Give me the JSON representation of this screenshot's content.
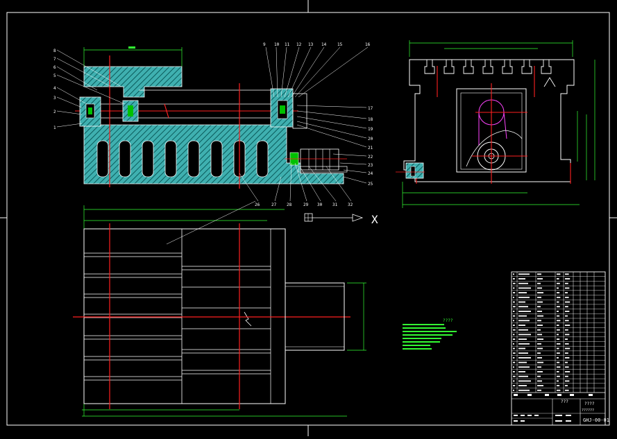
{
  "drawing": {
    "drawing_number": "GHJ-00-01",
    "title_block_marks": "????",
    "title_block_label": "???",
    "title_block_small": "??????",
    "notes_heading": "????",
    "section_marker": "X",
    "item_numbers_left": [
      "8",
      "7",
      "6",
      "5",
      "4",
      "3",
      "2",
      "1"
    ],
    "item_numbers_top": [
      "9",
      "10",
      "11",
      "12",
      "13",
      "14",
      "15",
      "16"
    ],
    "item_numbers_right": [
      "17",
      "18",
      "19",
      "20",
      "21",
      "22",
      "23",
      "24",
      "25"
    ],
    "item_numbers_bottom": [
      "26",
      "27",
      "28",
      "29",
      "30",
      "31",
      "32"
    ]
  },
  "colors": {
    "background": "#000000",
    "outline": "#ffffff",
    "section_fill": "#3fb0b0",
    "hatch": "#0a5a5a",
    "center_line": "#ff2020",
    "dimension": "#33ff33",
    "part_green": "#00c000",
    "detail_magenta": "#ff44ff"
  }
}
